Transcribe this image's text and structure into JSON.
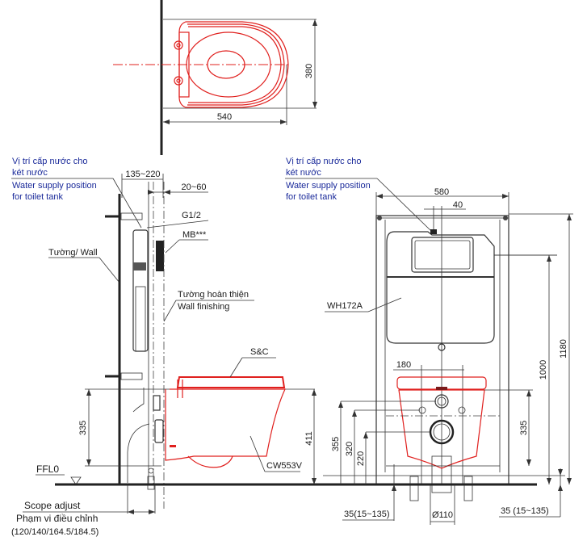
{
  "top_view": {
    "width_dim": "540",
    "depth_dim": "380"
  },
  "side_view": {
    "water_supply_vi_line1": "Vị trí cấp nước cho",
    "water_supply_vi_line2": "két nước",
    "water_supply_en_line1": "Water supply position",
    "water_supply_en_line2": "for toilet tank",
    "dim_135_220": "135~220",
    "dim_20_60": "20~60",
    "label_g12": "G1/2",
    "label_mb": "MB***",
    "label_wall": "Tường/ Wall",
    "label_wall_finishing_vi": "Tường hoàn thiện",
    "label_wall_finishing_en": "Wall finishing",
    "label_sc": "S&C",
    "label_cw553v": "CW553V",
    "dim_335": "335",
    "dim_411": "411",
    "label_ffl0": "FFL0",
    "scope_adjust_en": "Scope adjust",
    "scope_adjust_vi": "Phạm vi điều chỉnh",
    "scope_adjust_values": "(120/140/164.5/184.5)"
  },
  "front_view": {
    "water_supply_vi_line1": "Vị trí cấp nước cho",
    "water_supply_vi_line2": "két nước",
    "water_supply_en_line1": "Water supply position",
    "water_supply_en_line2": "for toilet tank",
    "dim_580": "580",
    "dim_40": "40",
    "label_wh172a": "WH172A",
    "dim_180": "180",
    "dim_355": "355",
    "dim_320": "320",
    "dim_220": "220",
    "dim_335": "335",
    "dim_1000": "1000",
    "dim_1180": "1180",
    "dim_35_left": "35(15~135)",
    "dim_35_right": "35 (15~135)",
    "dim_d110": "Ø110"
  },
  "colors": {
    "toilet_red": "#e0201e",
    "label_blue": "#1a2a9a",
    "line_dark": "#222222"
  }
}
